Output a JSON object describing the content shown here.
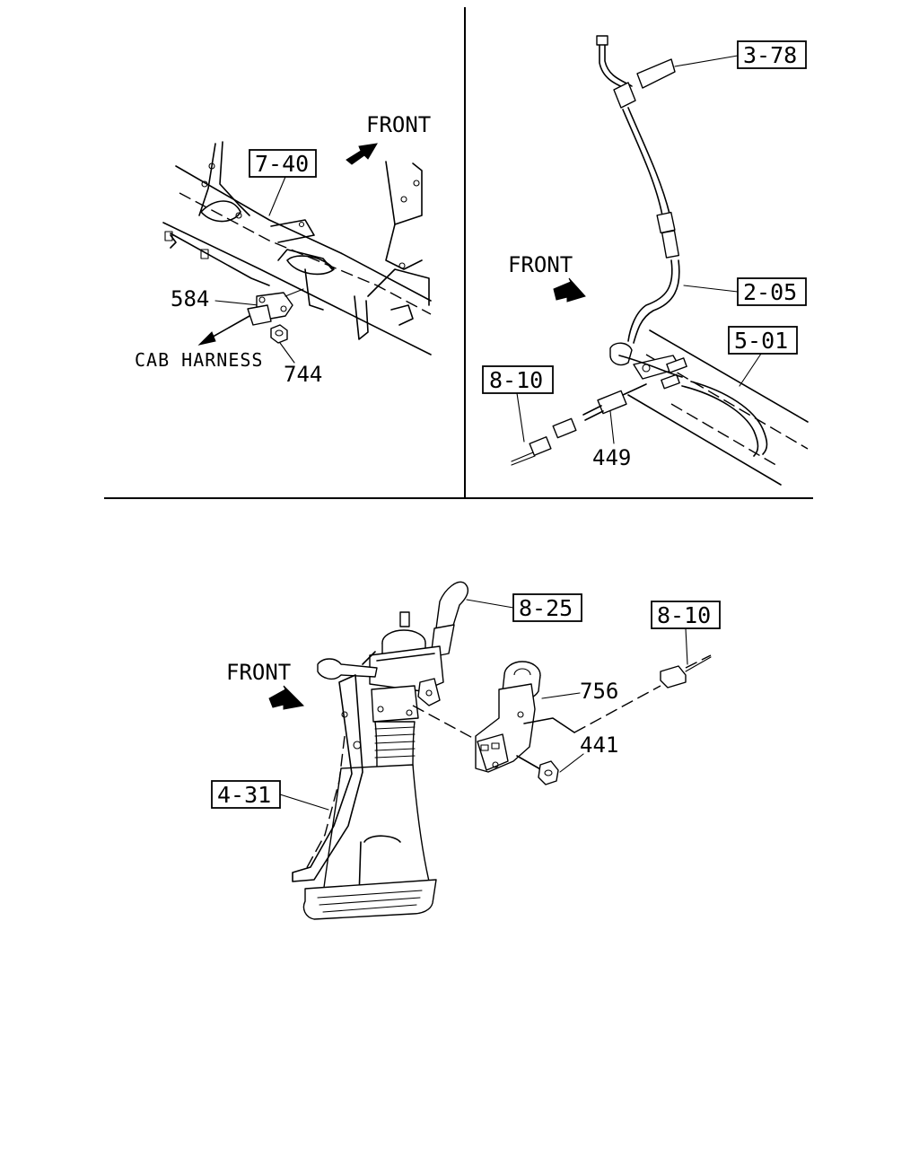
{
  "panel_top_left": {
    "front_label": "FRONT",
    "ref_box": "7-40",
    "part_584": "584",
    "part_744": "744",
    "cab_harness": "CAB HARNESS"
  },
  "panel_top_right": {
    "front_label": "FRONT",
    "ref_box_3_78": "3-78",
    "ref_box_2_05": "2-05",
    "ref_box_5_01": "5-01",
    "ref_box_8_10": "8-10",
    "part_449": "449"
  },
  "panel_bottom": {
    "front_label": "FRONT",
    "ref_box_8_25": "8-25",
    "ref_box_8_10": "8-10",
    "ref_box_4_31": "4-31",
    "part_756": "756",
    "part_441": "441"
  }
}
